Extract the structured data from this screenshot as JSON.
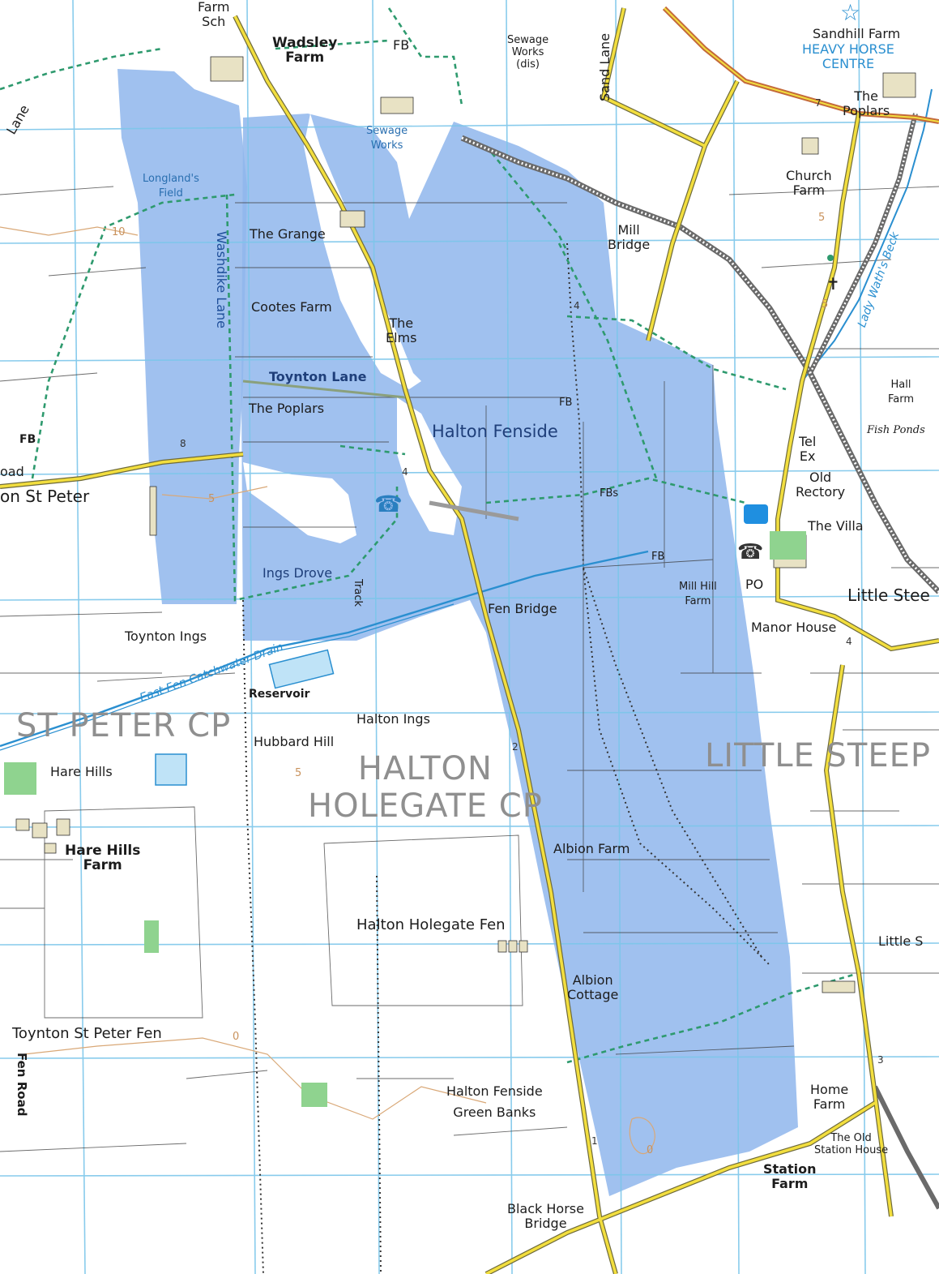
{
  "map": {
    "colors": {
      "flood_area": "#8fb6ec",
      "grid": "#7cc6ea",
      "minor_road": "#f2de3e",
      "b_road": "#c46a3a",
      "footpath": "#2e9a6e",
      "drain": "#2a8fd0",
      "railway": "#555555",
      "contour": "#d9a877"
    },
    "labels": {
      "farm_sch": "Farm\nSch",
      "wadsley_farm": "Wadsley\nFarm",
      "fb_top": "FB",
      "sewage_works_dis": "Sewage\nWorks\n(dis)",
      "sand_lane": "Sand Lane",
      "sandhill_farm": "Sandhill Farm",
      "heavy_horse_centre": "HEAVY HORSE\nCENTRE",
      "the_poplars_ne": "The\nPoplars",
      "num_7": "7",
      "lane_nw": "Lane",
      "sewage_works": "Sewage\nWorks",
      "longlands_field": "Longland's\nField",
      "church_farm": "Church\nFarm",
      "num_10": "10",
      "the_grange": "The Grange",
      "mill_bridge": "Mill\nBridge",
      "num_5_ne": "5",
      "washdike_lane": "Washdike Lane",
      "cootes_farm": "Cootes Farm",
      "the_elms": "The\nElms",
      "num_4_top": "4",
      "lady_waths_beck": "Lady Wath's Beck",
      "num_5_beck": "5",
      "toynton_lane": "Toynton Lane",
      "fb_mid": "FB",
      "hall_farm": "Hall\nFarm",
      "fish_ponds": "Fish Ponds",
      "the_poplars_w": "The Poplars",
      "halton_fenside": "Halton Fenside",
      "fb_left": "FB",
      "num_8": "8",
      "tel_ex": "Tel\nEx",
      "road_left": "oad",
      "old_rectory": "Old\nRectory",
      "on_st_peter": "on St Peter",
      "num_4_mid": "4",
      "num_5_w": "5",
      "fbs": "FBs",
      "the_villa": "The Villa",
      "fb_east": "FB",
      "mill_hill_farm": "Mill Hill\nFarm",
      "po": "PO",
      "little_steeping": "Little Stee",
      "ings_drove": "Ings Drove",
      "track": "Track",
      "fen_bridge": "Fen Bridge",
      "manor_house": "Manor House",
      "num_4_e": "4",
      "toynton_ings": "Toynton Ings",
      "east_fen_catchwater_drain": "East Fen Catchwater Drain",
      "reservoir": "Reservoir",
      "st_peter_cp": "ST PETER CP",
      "halton_ings": "Halton Ings",
      "hubbard_hill": "Hubbard Hill",
      "num_2": "2",
      "little_steeping_cp": "LITTLE STEEP",
      "hare_hills": "Hare Hills",
      "num_5_hh": "5",
      "halton_holegate_cp": "HALTON\nHOLEGATE CP",
      "albion_farm": "Albion Farm",
      "hare_hills_farm": "Hare Hills\nFarm",
      "halton_holegate_fen": "Halton Holegate Fen",
      "little_s_east": "Little S",
      "albion_cottage": "Albion\nCottage",
      "toynton_st_peter_fen": "Toynton St Peter Fen",
      "num_0": "0",
      "fen_road": "Fen Road",
      "num_3": "3",
      "halton_fenside_green_banks": "Halton Fenside\nGreen Banks",
      "home_farm": "Home\nFarm",
      "num_1": "1",
      "num_0_south": "0",
      "the_old_station_house": "The Old\nStation House",
      "station_farm": "Station\nFarm",
      "black_horse_bridge": "Black Horse\nBridge"
    },
    "icons": {
      "visitor_attraction": "star-icon",
      "telephone_center": "telephone-icon",
      "telephone_east": "telephone-icon",
      "pub": "pub-mug-icon",
      "church": "church-cross-icon"
    }
  }
}
